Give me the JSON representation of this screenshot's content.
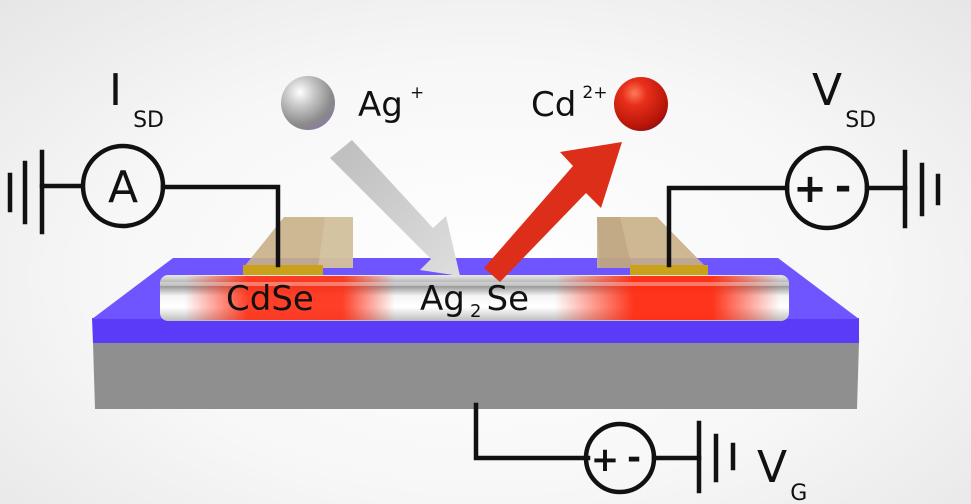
{
  "figure": {
    "description": "Schematic of a CdSe nanowire field-effect device undergoing cation exchange to Ag2Se",
    "colors": {
      "substrate_gray": "#8f8f8f",
      "oxide_blue": "#5a3cf5",
      "oxide_top_blue": "#6f55ff",
      "contact_gold": "#c9a21a",
      "contact_tan": "#c9b088",
      "cdse_red": "#e8301c",
      "ag_silver": "#c4c4c4",
      "cd_ion_red": "#d8230f",
      "arrow_gray": "#cdcdcd",
      "arrow_red": "#dc2e18",
      "wire_black": "#111111"
    }
  },
  "labels": {
    "isd": {
      "main": "I",
      "sub": "SD"
    },
    "vsd": {
      "main": "V",
      "sub": "SD"
    },
    "vg": {
      "main": "V",
      "sub": "G"
    },
    "ag_ion": {
      "main": "Ag",
      "sup": "+"
    },
    "cd_ion": {
      "main": "Cd",
      "sup": "2+"
    },
    "cdse": "CdSe",
    "ag2se": {
      "pre": "Ag",
      "sub": "2",
      "post": "Se"
    }
  },
  "circuit": {
    "ammeter_symbol": "A",
    "source_plus": "+",
    "source_minus": "-"
  },
  "ions": [
    {
      "name": "Ag+",
      "direction": "incoming"
    },
    {
      "name": "Cd2+",
      "direction": "outgoing"
    }
  ]
}
